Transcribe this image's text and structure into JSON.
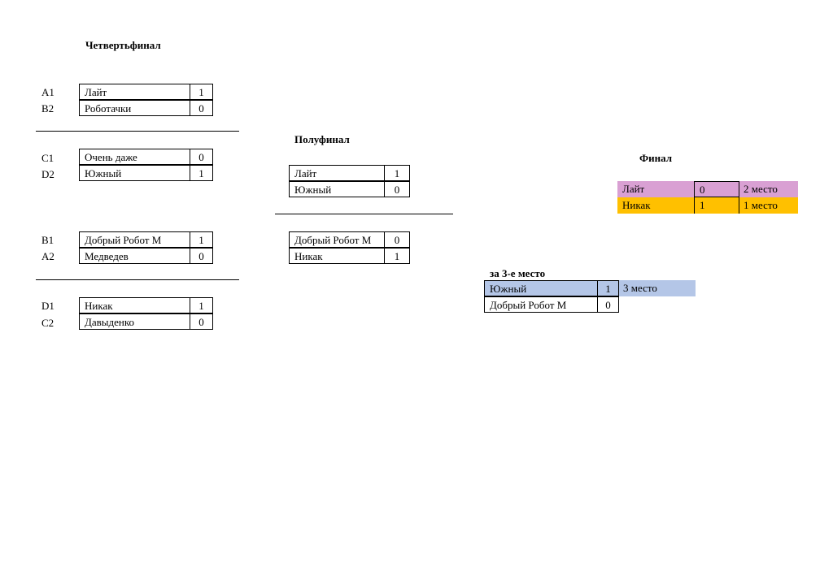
{
  "quarterfinal": {
    "title": "Четвертьфинал",
    "matches": [
      {
        "seeds": [
          "A1",
          "B2"
        ],
        "teams": [
          {
            "name": "Лайт",
            "score": "1"
          },
          {
            "name": "Роботачки",
            "score": "0"
          }
        ]
      },
      {
        "seeds": [
          "C1",
          "D2"
        ],
        "teams": [
          {
            "name": "Очень даже",
            "score": "0"
          },
          {
            "name": "Южный",
            "score": "1"
          }
        ]
      },
      {
        "seeds": [
          "B1",
          "A2"
        ],
        "teams": [
          {
            "name": "Добрый Робот М",
            "score": "1"
          },
          {
            "name": "Медведев",
            "score": "0"
          }
        ]
      },
      {
        "seeds": [
          "D1",
          "C2"
        ],
        "teams": [
          {
            "name": "Никак",
            "score": "1"
          },
          {
            "name": "Давыденко",
            "score": "0"
          }
        ]
      }
    ]
  },
  "semifinal": {
    "title": "Полуфинал",
    "matches": [
      {
        "teams": [
          {
            "name": "Лайт",
            "score": "1"
          },
          {
            "name": "Южный",
            "score": "0"
          }
        ]
      },
      {
        "teams": [
          {
            "name": "Добрый Робот М",
            "score": "0"
          },
          {
            "name": "Никак",
            "score": "1"
          }
        ]
      }
    ]
  },
  "final": {
    "title": "Финал",
    "teams": [
      {
        "name": "Лайт",
        "score": "0",
        "place": "2 место",
        "color": "#d9a0d3"
      },
      {
        "name": "Никак",
        "score": "1",
        "place": "1 место",
        "color": "#ffc000"
      }
    ]
  },
  "third_place": {
    "title": "за 3-е место",
    "teams": [
      {
        "name": "Южный",
        "score": "1",
        "place": "3 место",
        "color": "#b4c6e7"
      },
      {
        "name": "Добрый Робот М",
        "score": "0",
        "place": ""
      }
    ]
  }
}
